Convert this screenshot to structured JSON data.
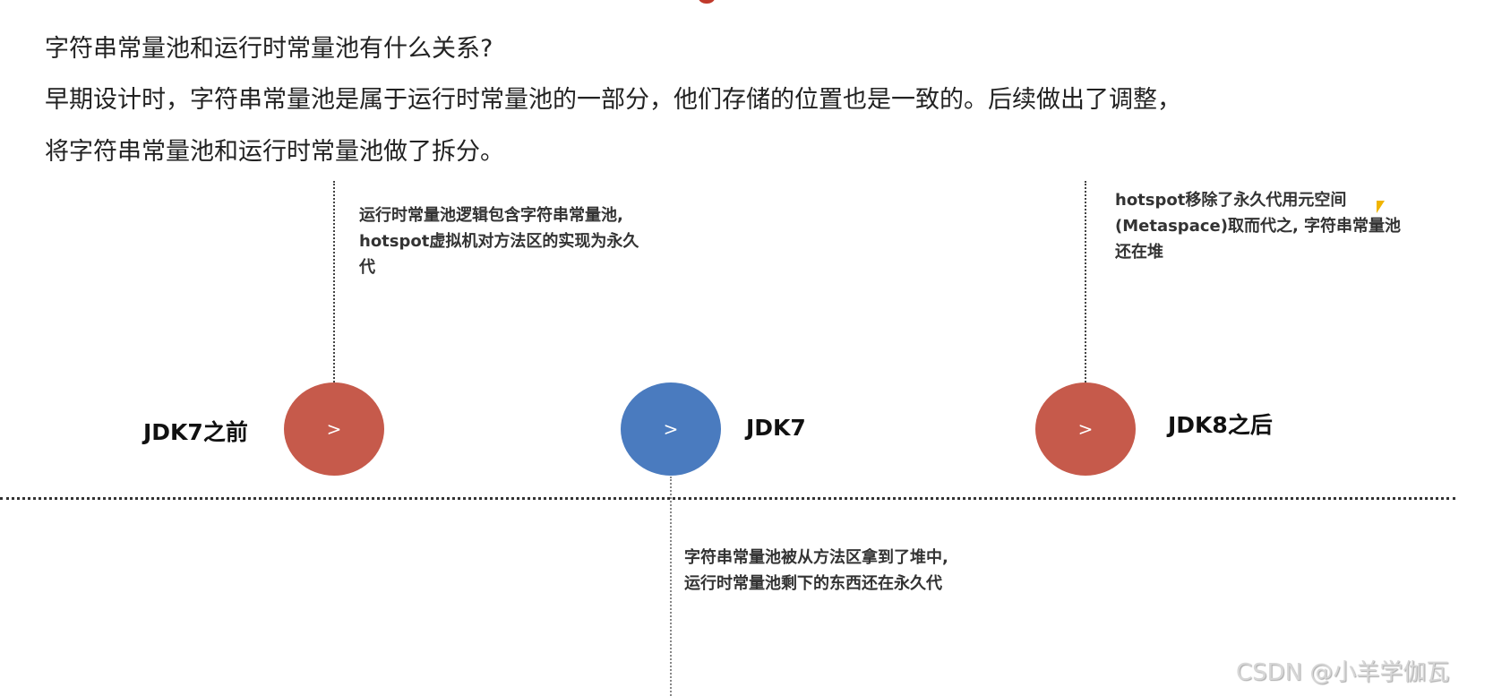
{
  "heading": {
    "question": "字符串常量池和运行时常量池有什么关系?",
    "answer_line1": "早期设计时，字符串常量池是属于运行时常量池的一部分，他们存储的位置也是一致的。后续做出了调整，",
    "answer_line2": "将字符串常量池和运行时常量池做了拆分。"
  },
  "timeline": [
    {
      "label": "JDK7之前",
      "arrow": ">",
      "color": "#c65a4b",
      "note": [
        "运行时常量池逻辑包含字符串常量池,",
        "hotspot虚拟机对方法区的实现为永久",
        "代"
      ]
    },
    {
      "label": "JDK7",
      "arrow": ">",
      "color": "#4a7bbf",
      "note": [
        "字符串常量池被从方法区拿到了堆中,",
        "运行时常量池剩下的东西还在永久代"
      ]
    },
    {
      "label": "JDK8之后",
      "arrow": ">",
      "color": "#c65a4b",
      "note": [
        "hotspot移除了永久代用元空间",
        "(Metaspace)取而代之, 字符串常量池",
        "还在堆"
      ]
    }
  ],
  "watermark": "CSDN @小羊学伽瓦"
}
